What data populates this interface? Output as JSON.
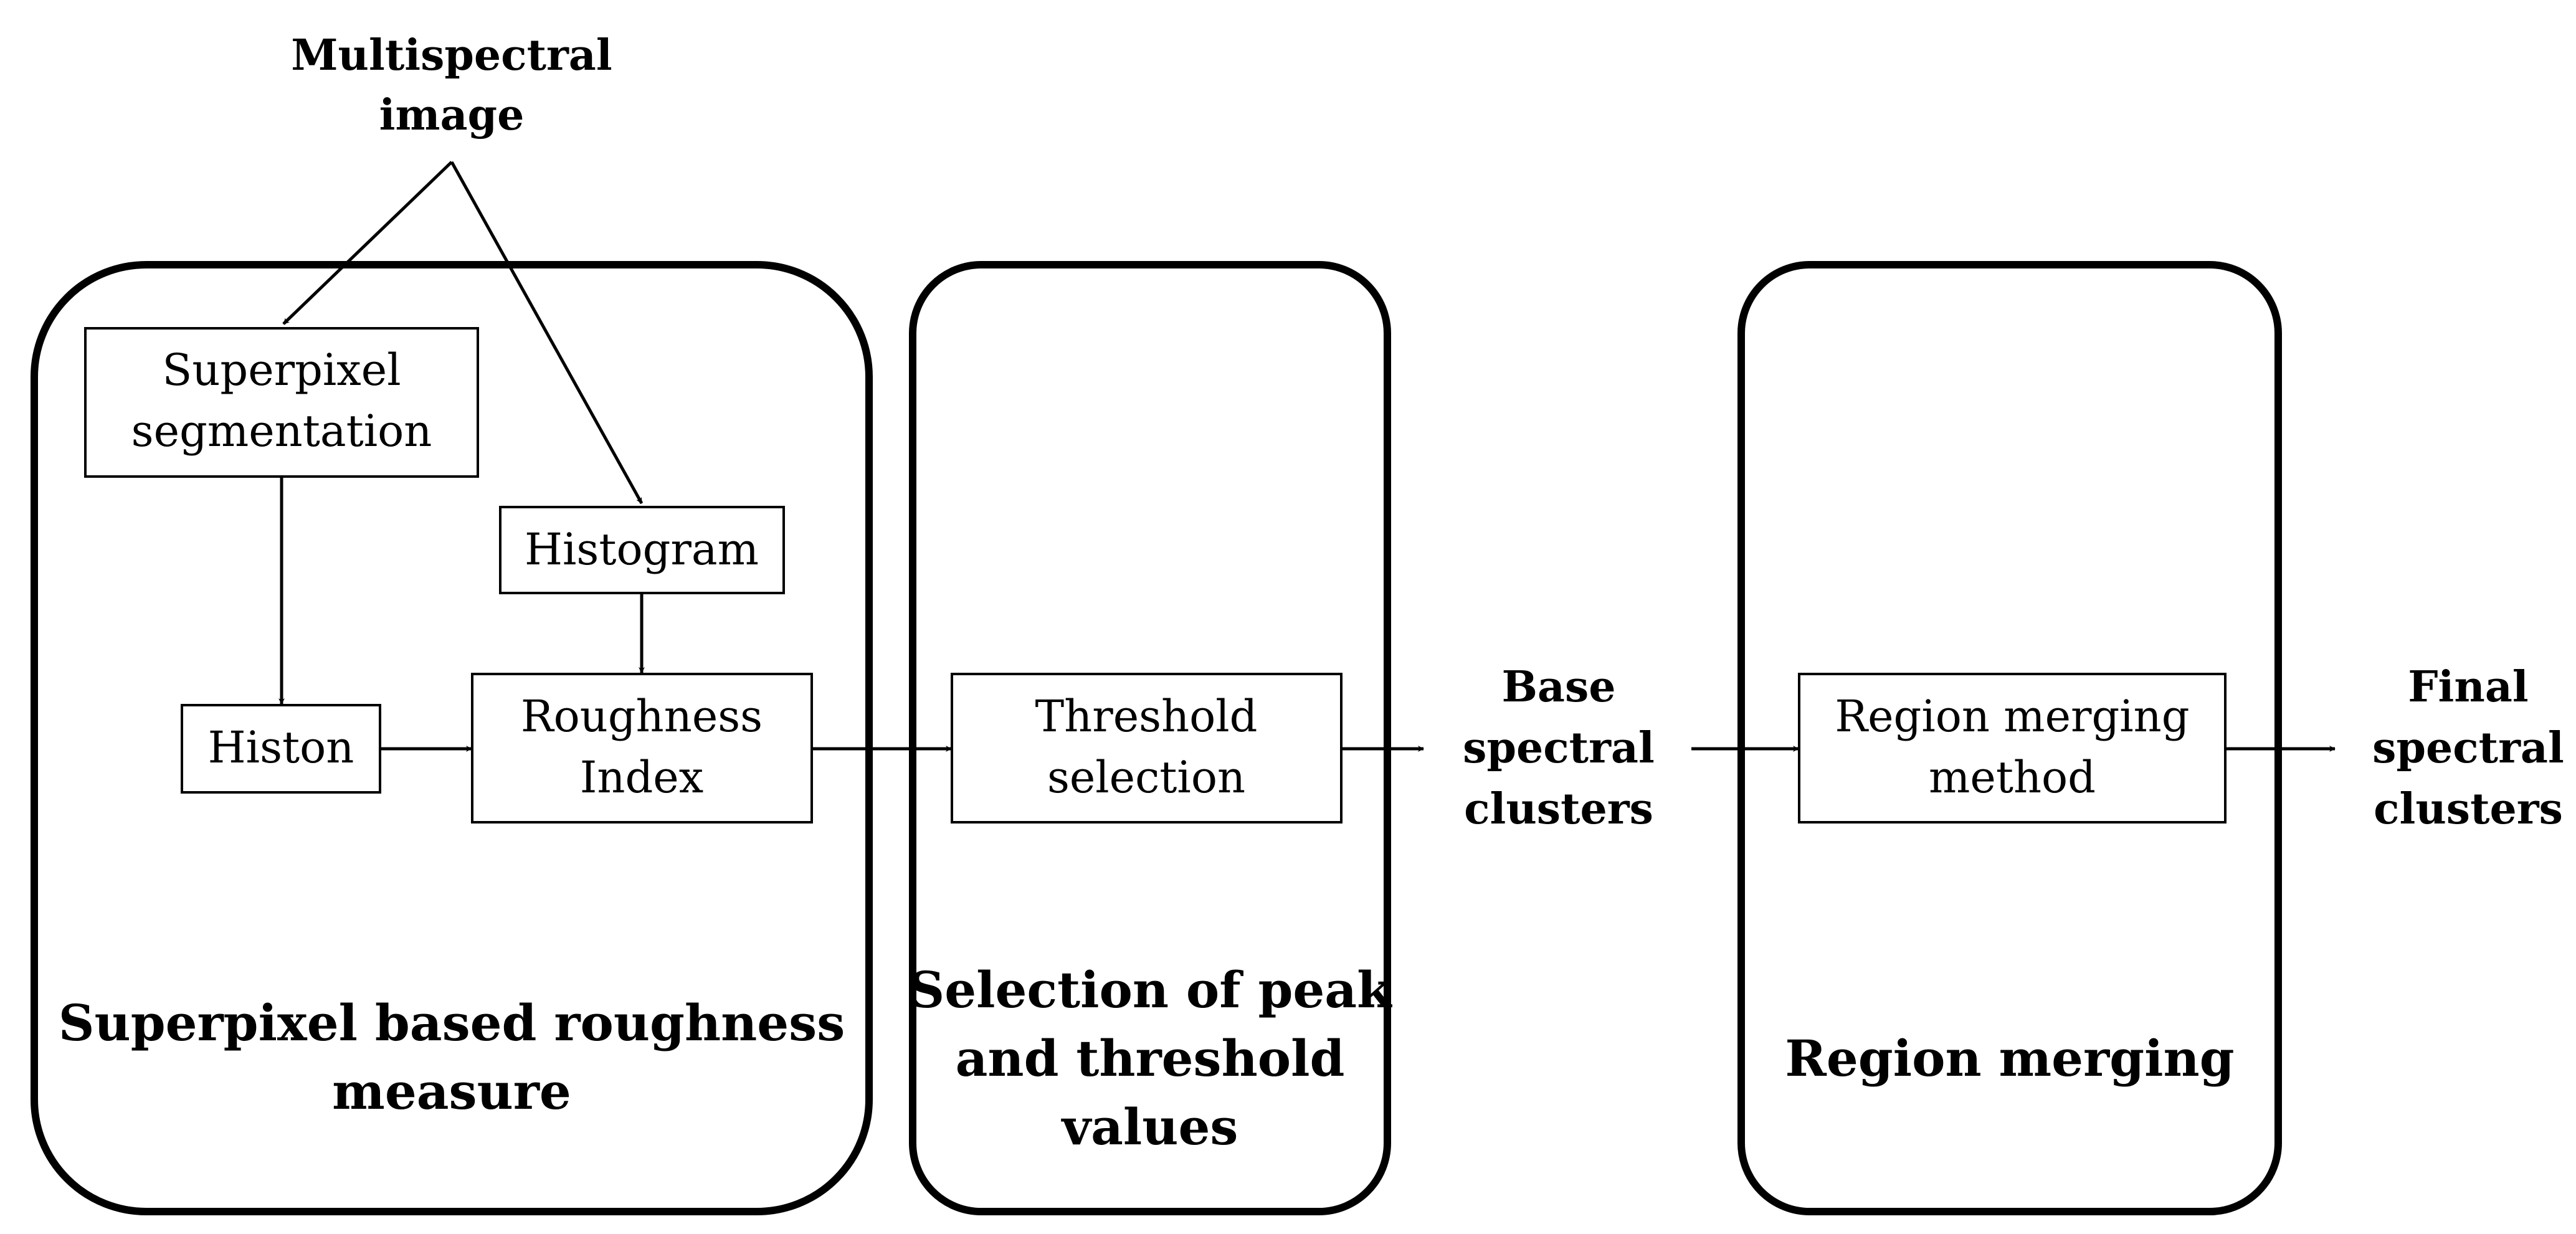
{
  "diagram": {
    "input": {
      "line1": "Multispectral",
      "line2": "image"
    },
    "boxes": {
      "superpixel": {
        "line1": "Superpixel",
        "line2": "segmentation"
      },
      "histogram": {
        "line1": "Histogram"
      },
      "histon": {
        "line1": "Histon"
      },
      "roughness": {
        "line1": "Roughness",
        "line2": "Index"
      },
      "threshold": {
        "line1": "Threshold",
        "line2": "selection"
      },
      "region_merging": {
        "line1": "Region merging",
        "line2": "method"
      }
    },
    "outputs": {
      "base": {
        "line1": "Base",
        "line2": "spectral",
        "line3": "clusters"
      },
      "final": {
        "line1": "Final",
        "line2": "spectral",
        "line3": "clusters"
      }
    },
    "stages": {
      "roughness_measure": {
        "line1": "Superpixel based roughness",
        "line2": "measure"
      },
      "peak_threshold": {
        "line1": "Selection of peak",
        "line2": "and threshold",
        "line3": "values"
      },
      "region_merging": {
        "line1": "Region merging"
      }
    }
  }
}
